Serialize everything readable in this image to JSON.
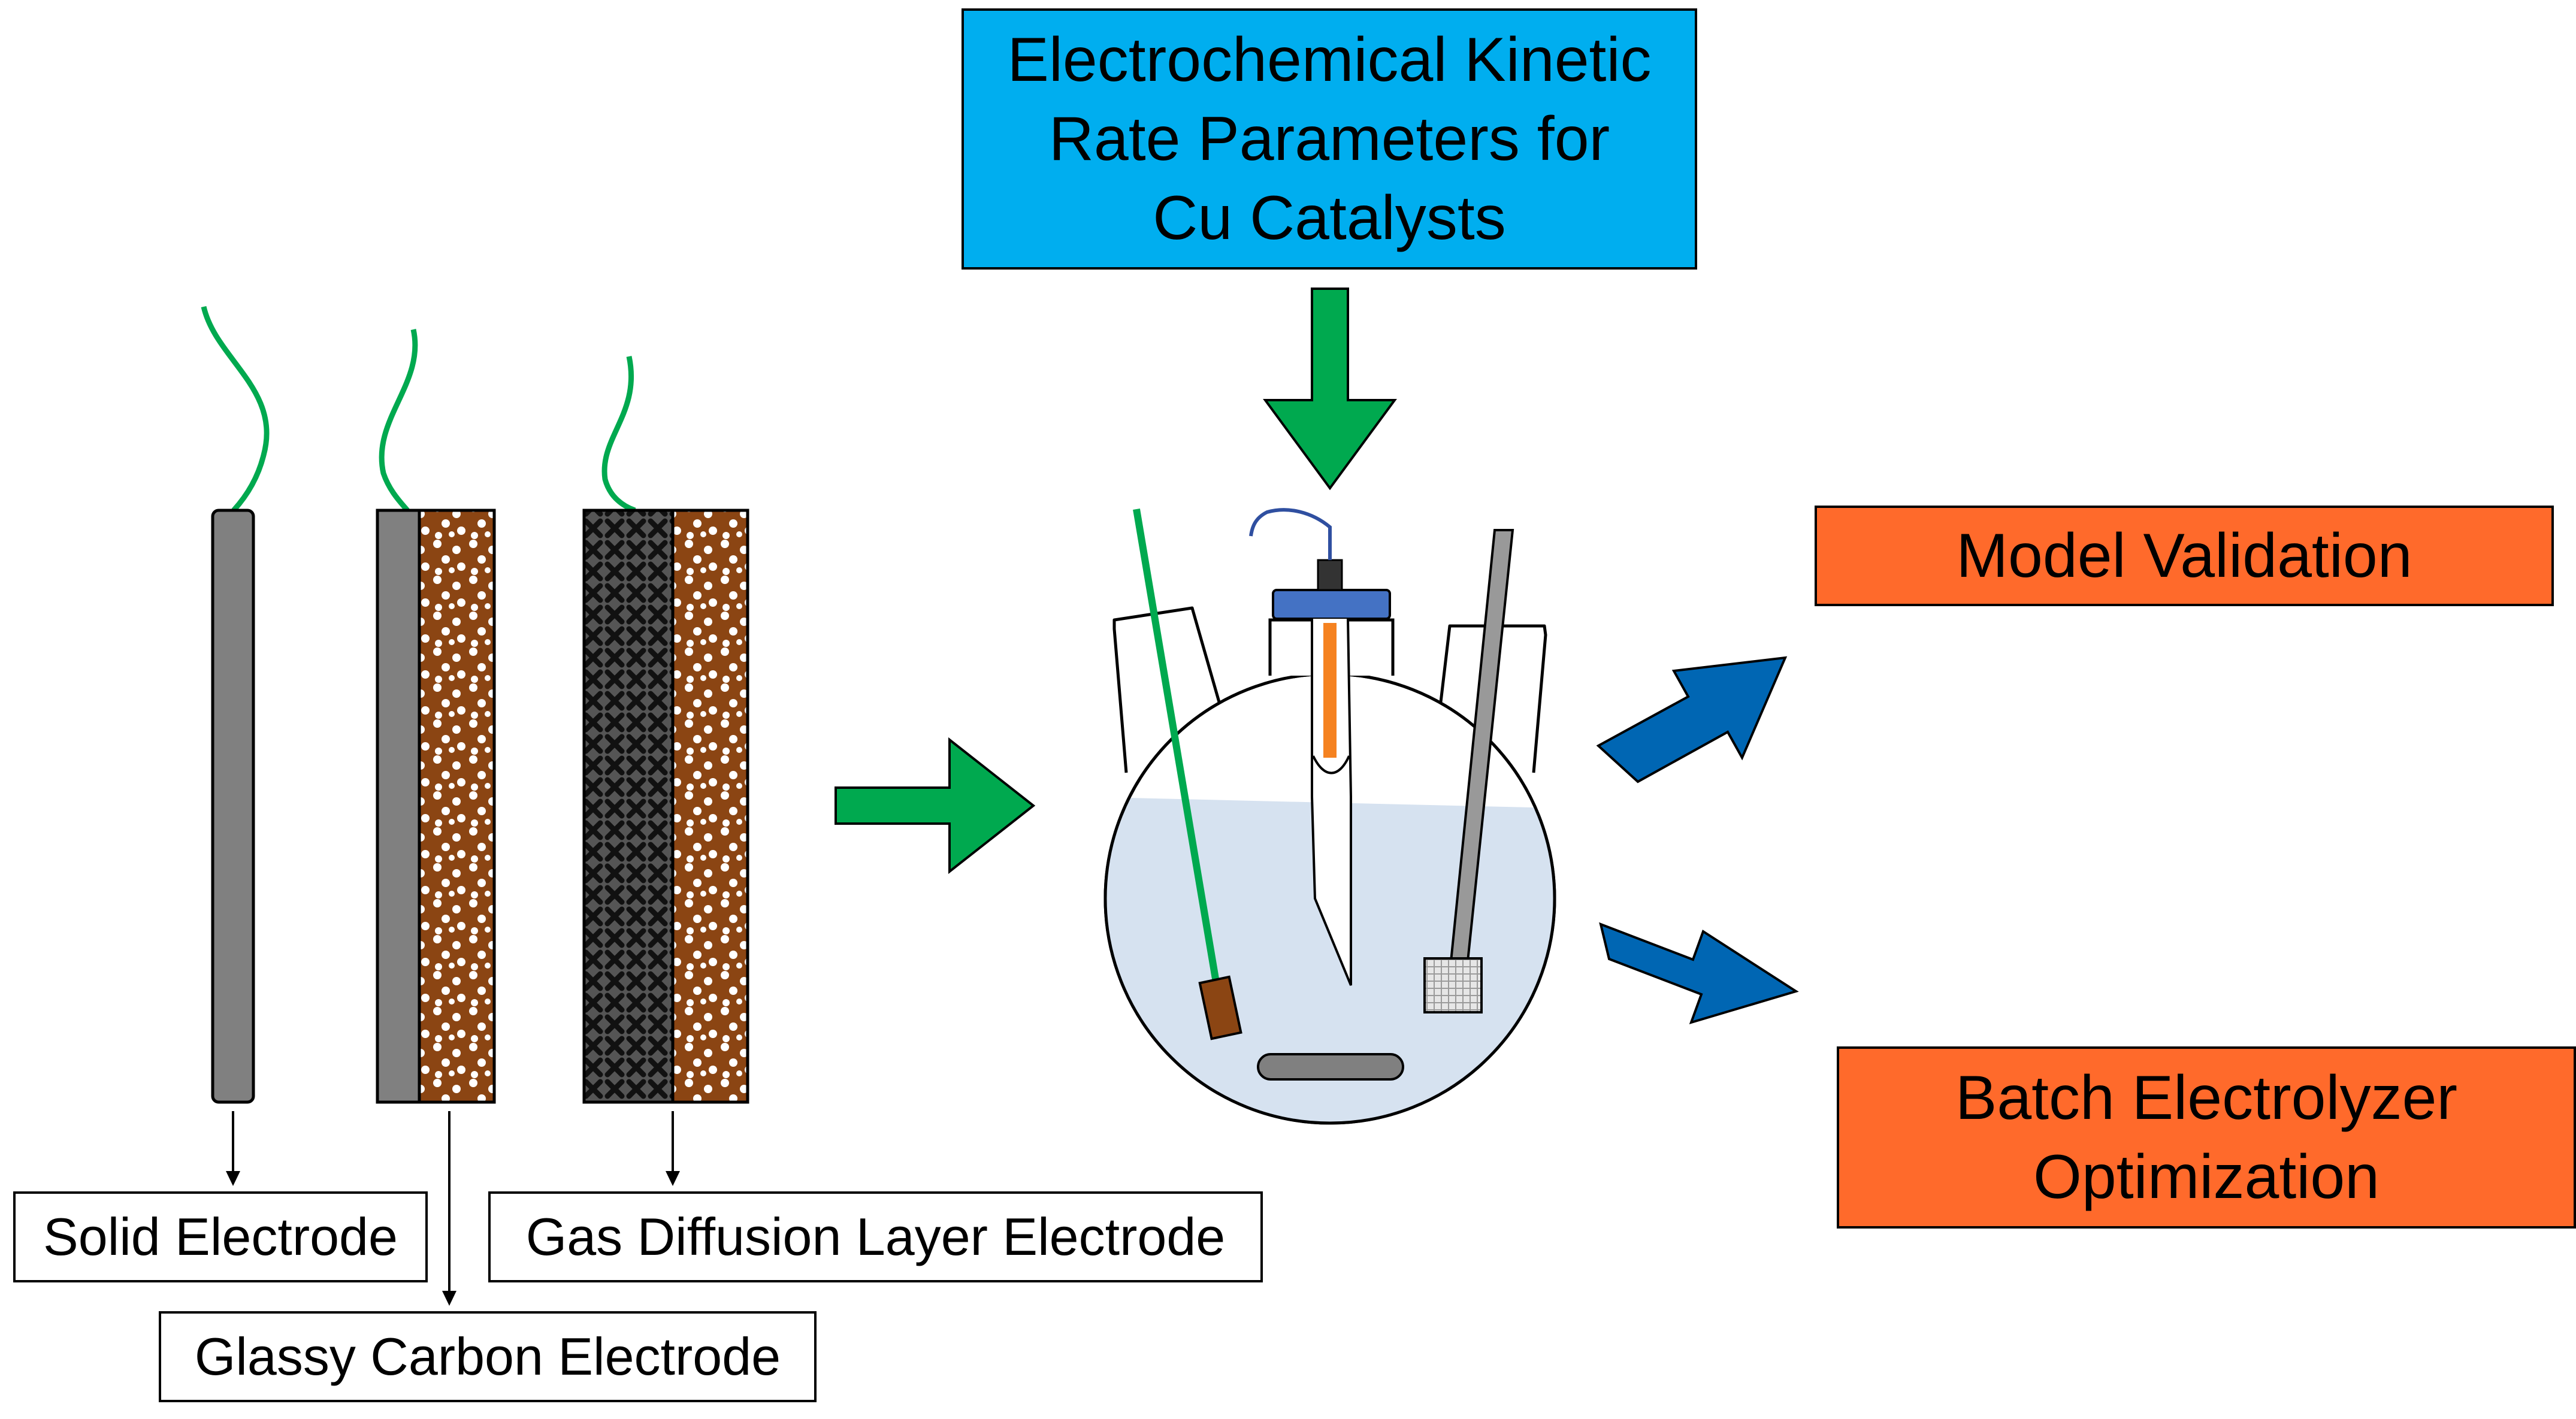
{
  "labels": {
    "solid_electrode": "Solid Electrode",
    "glassy_carbon_electrode": "Glassy Carbon Electrode",
    "gas_diffusion_layer_electrode": "Gas Diffusion Layer Electrode"
  },
  "kinetic_box": {
    "lines": [
      "Electrochemical Kinetic",
      "Rate Parameters for",
      "Cu Catalysts"
    ]
  },
  "outputs": {
    "model_validation": "Model Validation",
    "batch_optimization_lines": [
      "Batch Electrolyzer",
      "Optimization"
    ]
  },
  "colors": {
    "kinetic_box": "#00AEEF",
    "output_box": "#FF6A2B",
    "green_arrow": "#00A94F",
    "blue_arrow": "#0066B3",
    "electrode_gray": "#808080",
    "catalyst_brown": "#8B4513",
    "gdl_dark": "#3a3a3a",
    "wire_green": "#00A94F",
    "electrolyte": "#D6E2F0",
    "cell_cap": "#4472C4"
  }
}
